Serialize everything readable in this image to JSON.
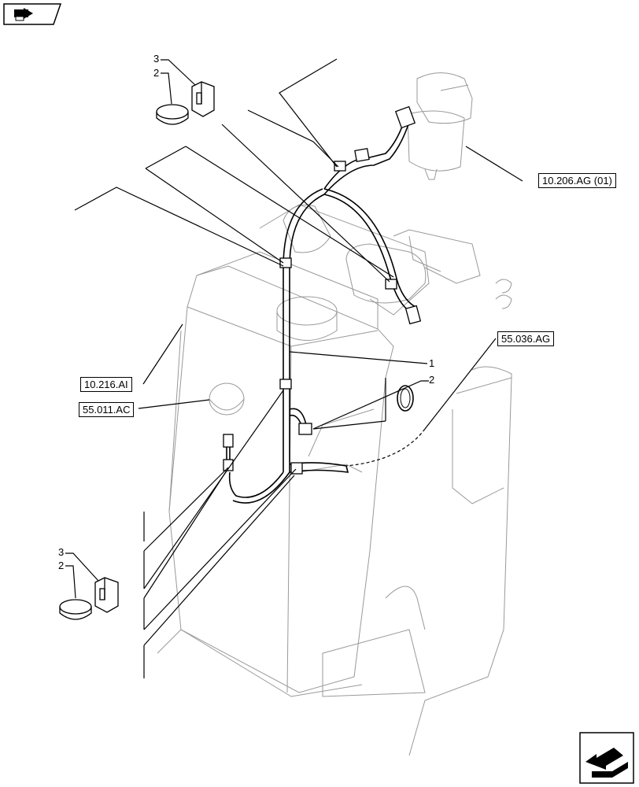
{
  "references": {
    "ref_engine": "10.206.AG (01)",
    "ref_tank": "10.216.AI",
    "ref_sender": "55.011.AC",
    "ref_harness": "55.036.AG"
  },
  "callouts": {
    "top_clip": "3",
    "top_strap": "2",
    "harness": "1",
    "grommet": "2",
    "bottom_clip": "3",
    "bottom_strap": "2"
  },
  "icons": {
    "top_left": "page-nav-arrow-icon",
    "bottom_right": "next-page-arrow-icon"
  }
}
